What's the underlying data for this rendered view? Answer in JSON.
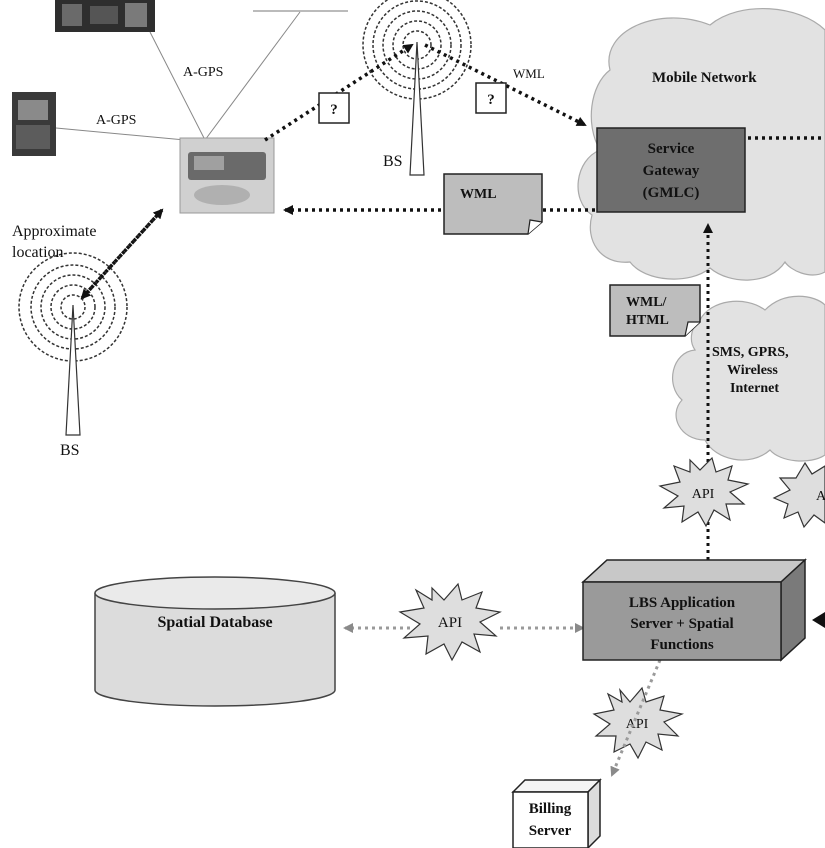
{
  "labels": {
    "agps_top": "A-GPS",
    "agps_left": "A-GPS",
    "wml_top": "WML",
    "question1": "?",
    "question2": "?",
    "bs_top": "BS",
    "bs_bottom": "BS",
    "approx_line1": "Approximate",
    "approx_line2": "location",
    "mobile_network": "Mobile Network",
    "gateway_line1": "Service",
    "gateway_line2": "Gateway",
    "gateway_line3": "(GMLC)",
    "wml_doc": "WML",
    "wmlhtml_line1": "WML/",
    "wmlhtml_line2": "HTML",
    "sms_line1": "SMS, GPRS,",
    "sms_line2": "Wireless",
    "sms_line3": "Internet",
    "api_top": "API",
    "api_right": "A",
    "api_mid": "API",
    "api_bottom": "API",
    "spatial_db": "Spatial Database",
    "lbs_line1": "LBS Application",
    "lbs_line2": "Server + Spatial",
    "lbs_line3": "Functions",
    "billing_line1": "Billing",
    "billing_line2": "Server"
  },
  "colors": {
    "gateway_fill": "#6e6e6e",
    "cloud_fill": "#e2e2e2",
    "doc_fill": "#bdbdbd",
    "lbs_fill": "#9a9a9a",
    "db_fill": "#dcdcdc",
    "link_color": "#111111",
    "grey_link": "#9a9a9a"
  }
}
